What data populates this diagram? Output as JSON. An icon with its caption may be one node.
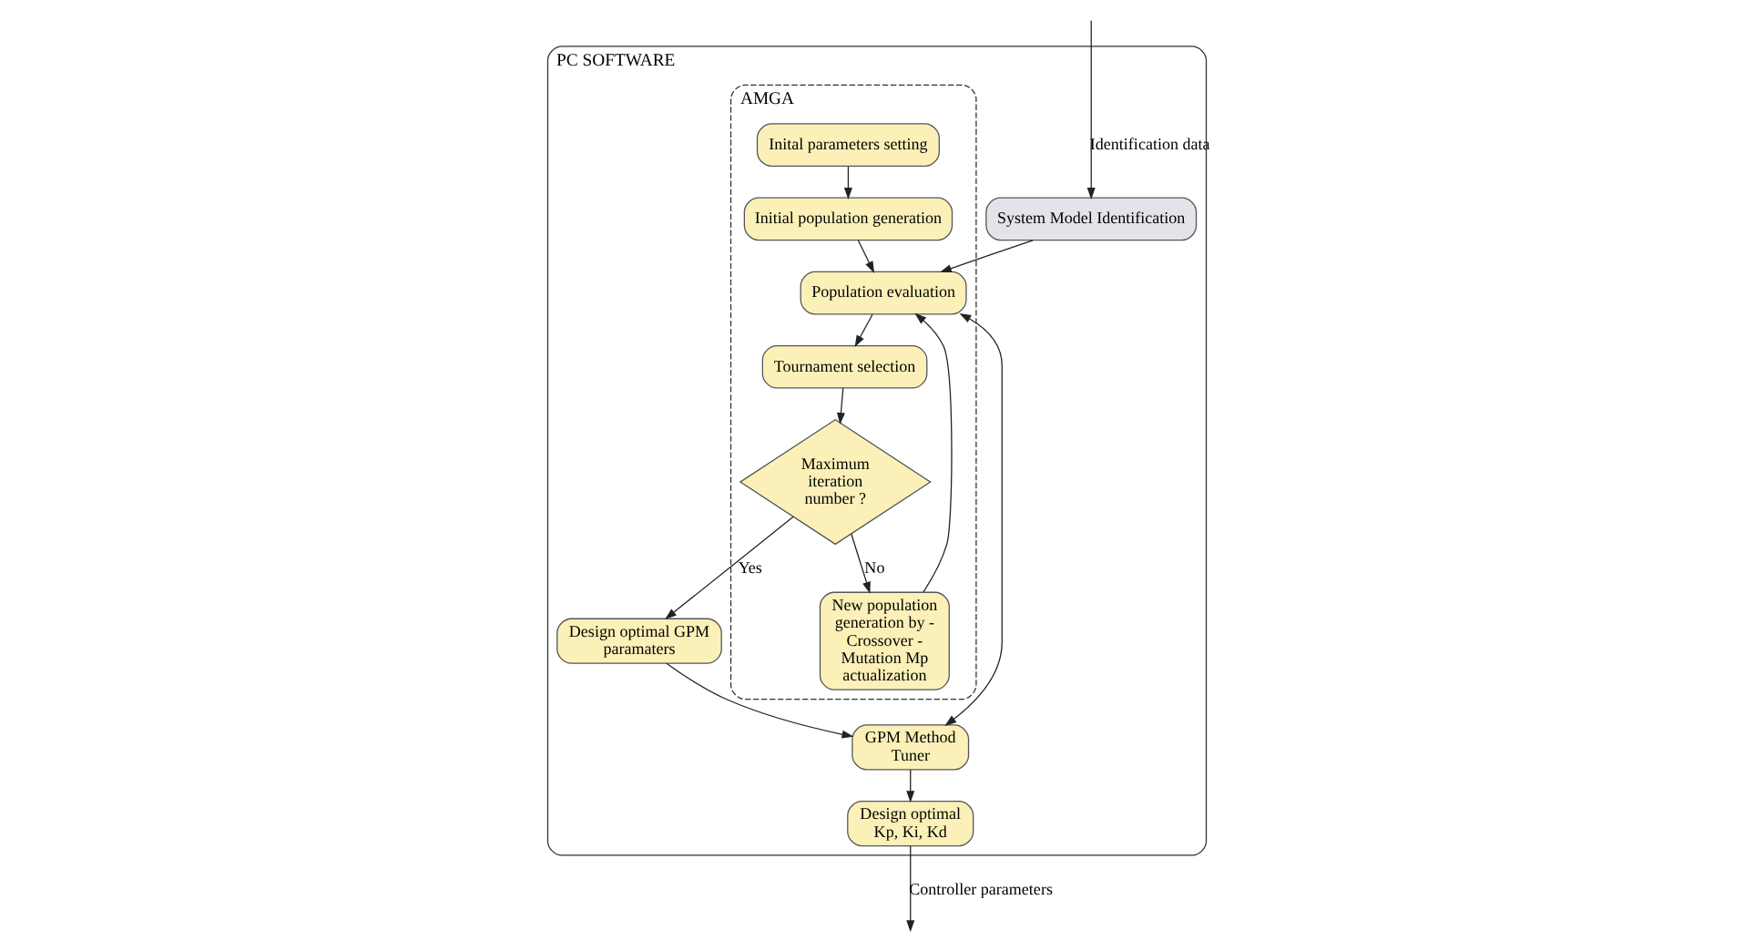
{
  "diagram": {
    "nodes": [
      {
        "text": [
          "PC SOFTWARE"
        ]
      },
      {
        "text": [
          "System Model Identification"
        ],
        "in": 0
      },
      {
        "text": [
          "AMGA"
        ],
        "in": 0
      },
      {
        "text": [
          "Inital parameters setting"
        ],
        "in": 2
      },
      {
        "text": [
          "Initial population generation"
        ],
        "in": 2
      },
      {
        "text": [
          "New population generation by - Crossover - Mutation Mp actualization"
        ],
        "in": 2
      },
      {
        "text": [
          "Population evaluation"
        ],
        "in": 2
      },
      {
        "text": [
          "Tournament selection"
        ],
        "in": 2
      },
      {
        "text": [
          "Maximum iteration number ?"
        ],
        "in": 2
      },
      {
        "text": [
          "Design optimal Kp, Ki, Kd"
        ],
        "in": 0
      },
      {
        "text": [
          "GPM Method Tuner"
        ],
        "in": 0
      },
      {
        "text": [
          "Design optimal GPM paramaters"
        ],
        "in": 0
      }
    ],
    "edges": [
      {
        "from": null,
        "to": 1,
        "arrow": "to",
        "label": "Identification data"
      },
      {
        "from": 9,
        "to": null,
        "arrow": "to",
        "label": "Controller parameters"
      },
      {
        "from": 3,
        "to": 4,
        "arrow": "to"
      },
      {
        "from": 4,
        "to": 6,
        "arrow": "to"
      },
      {
        "from": 5,
        "to": 6,
        "arrow": "to"
      },
      {
        "from": 1,
        "to": 6,
        "arrow": "to"
      },
      {
        "from": 6,
        "to": 7,
        "arrow": "to"
      },
      {
        "from": 7,
        "to": 8,
        "arrow": "to"
      },
      {
        "from": 8,
        "to": 5,
        "arrow": "to",
        "label": "No"
      },
      {
        "from": 8,
        "to": 11,
        "arrow": "to",
        "label": "Yes"
      },
      {
        "from": 6,
        "to": 10,
        "arrow": "both"
      },
      {
        "from": 11,
        "to": 10,
        "arrow": "to"
      },
      {
        "from": 10,
        "to": 9,
        "arrow": "to"
      }
    ]
  }
}
